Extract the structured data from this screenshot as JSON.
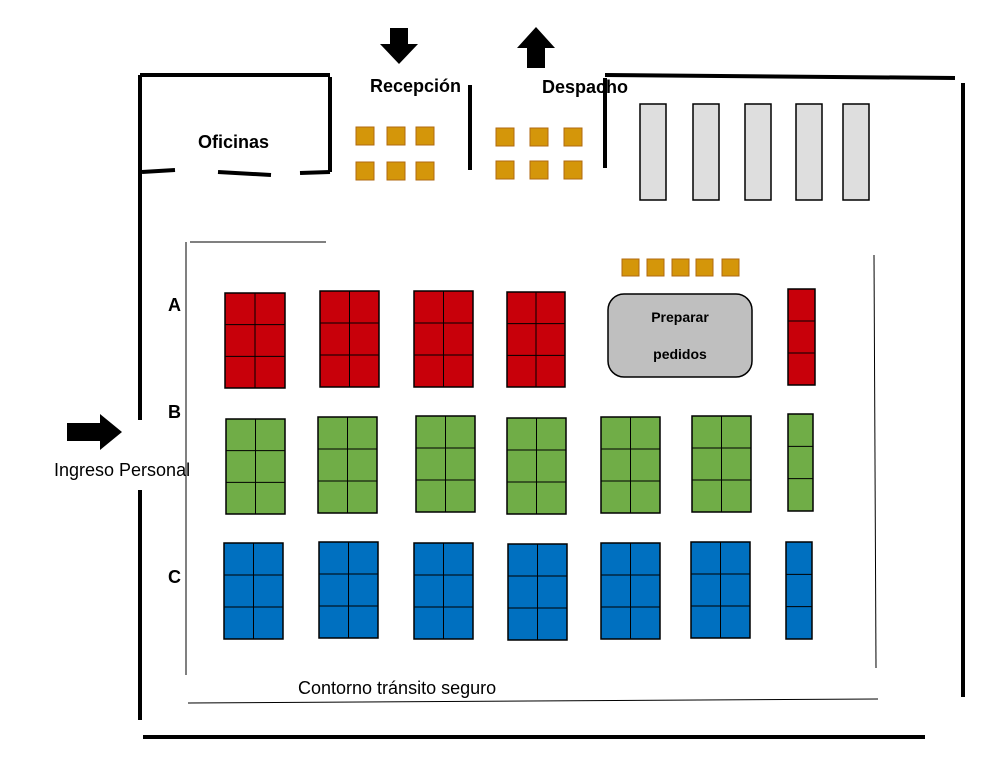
{
  "labels": {
    "oficinas": "Oficinas",
    "recepcion": "Recepción",
    "despacho": "Despacho",
    "row_a": "A",
    "row_b": "B",
    "row_c": "C",
    "ingreso": "Ingreso Personal",
    "preparar_line1": "Preparar",
    "preparar_line2": "pedidos",
    "contorno": "Contorno tránsito seguro"
  },
  "colors": {
    "rack_a": "#c8000a",
    "rack_b": "#70ad47",
    "rack_c": "#0070c0",
    "box": "#d4960a",
    "box_border": "#b06a10",
    "dock_bay": "#dedede",
    "prep_area": "#bfbfbf",
    "wall": "#000000"
  },
  "icons": {
    "recepcion_arrow": "arrow-down-icon",
    "despacho_arrow": "arrow-up-icon",
    "ingreso_arrow": "arrow-right-icon"
  }
}
